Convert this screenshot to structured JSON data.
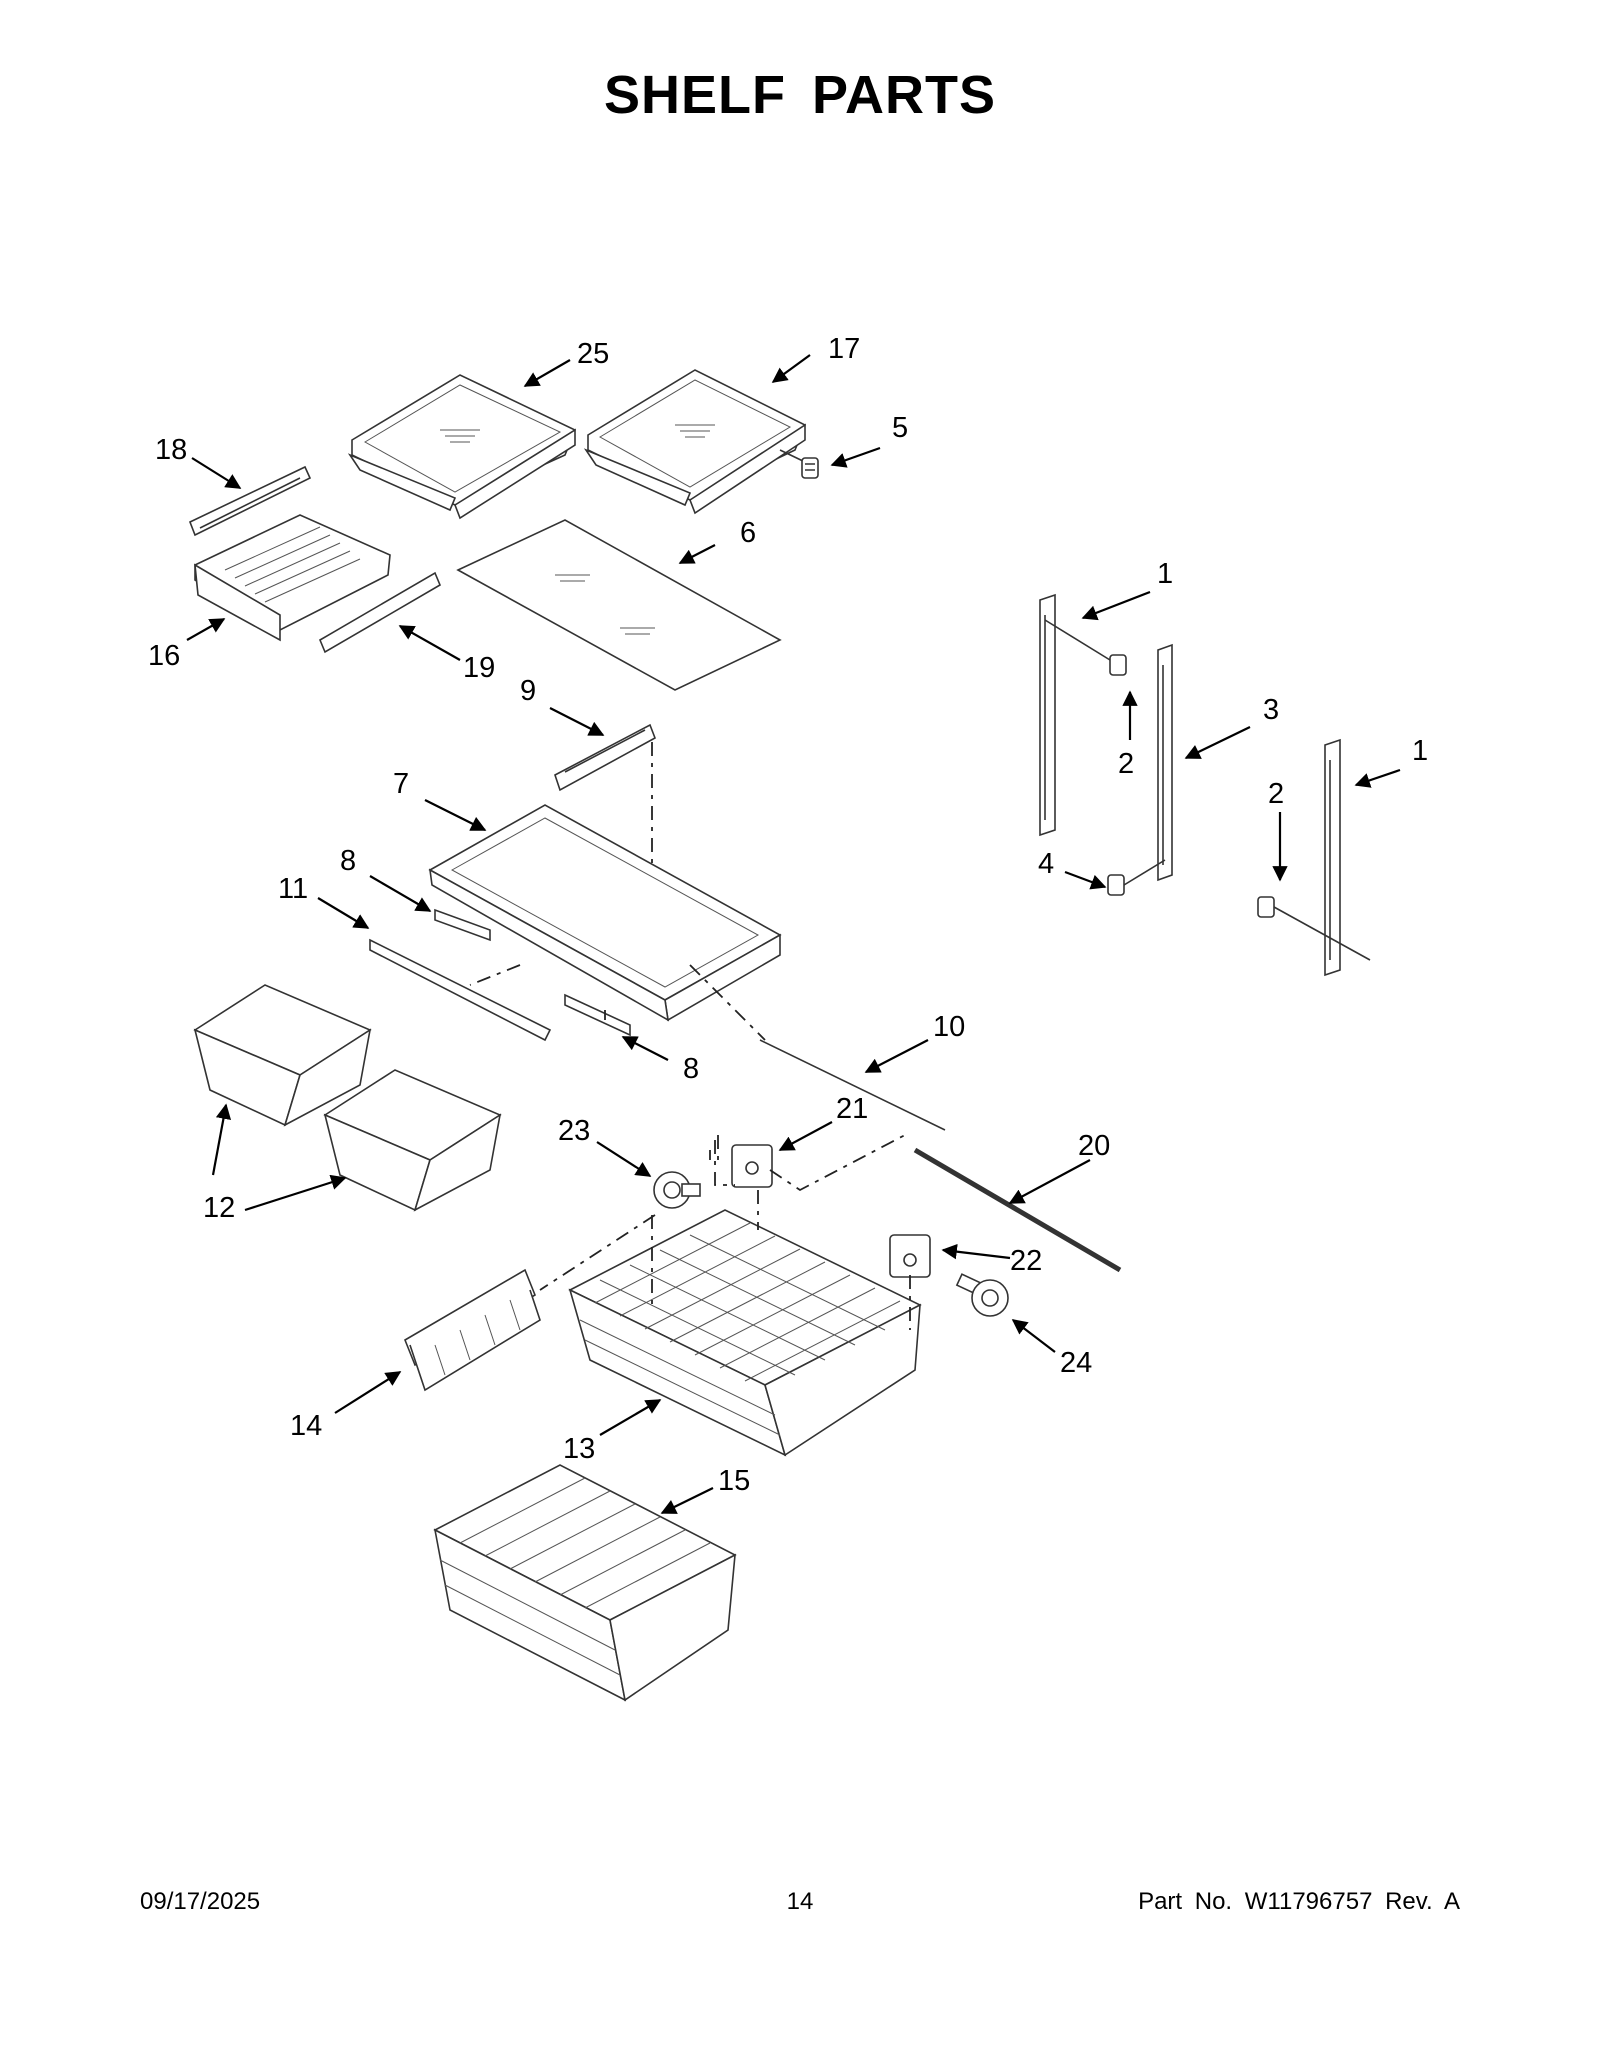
{
  "header": {
    "title": "SHELF PARTS"
  },
  "footer": {
    "date": "09/17/2025",
    "page": "14",
    "part_number": "Part No.  W11796757  Rev.  A"
  },
  "callouts": {
    "c25": "25",
    "c17": "17",
    "c5": "5",
    "c18": "18",
    "c6": "6",
    "c16": "16",
    "c19": "19",
    "c1a": "1",
    "c9": "9",
    "c2a": "2",
    "c3": "3",
    "c1b": "1",
    "c2b": "2",
    "c7": "7",
    "c4": "4",
    "c8a": "8",
    "c11": "11",
    "c8b": "8",
    "c10": "10",
    "c23": "23",
    "c21": "21",
    "c20": "20",
    "c12": "12",
    "c22": "22",
    "c24": "24",
    "c14": "14",
    "c13": "13",
    "c15": "15"
  },
  "colors": {
    "ink": "#000000",
    "line": "#333333",
    "background": "#ffffff"
  }
}
